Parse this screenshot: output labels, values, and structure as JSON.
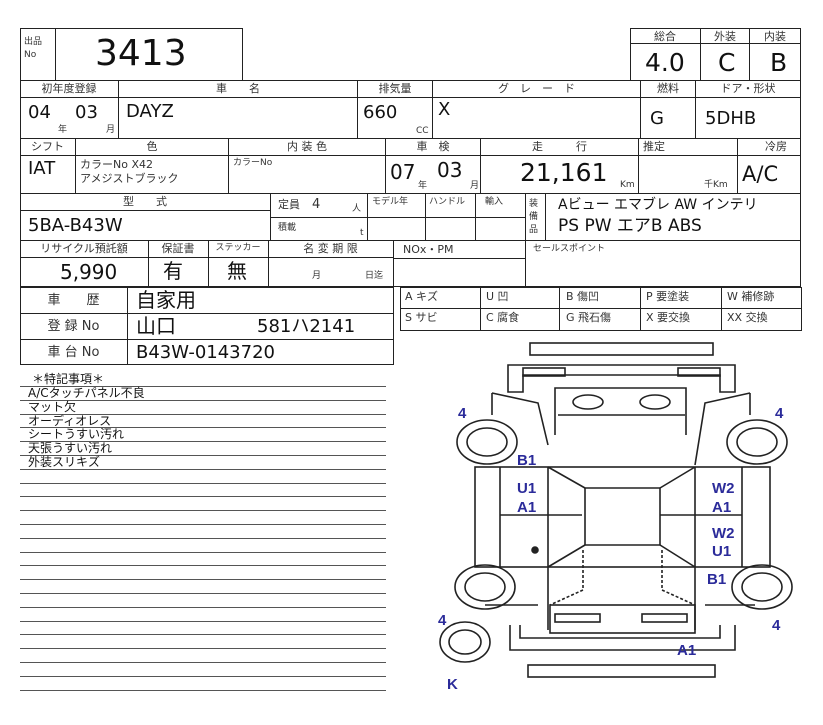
{
  "exhibit": {
    "label": "出品No",
    "number": "3413"
  },
  "grades": {
    "overall_label": "総合",
    "overall": "4.0",
    "exterior_label": "外装",
    "exterior": "C",
    "interior_label": "内装",
    "interior": "B"
  },
  "row2": {
    "first_reg_label": "初年度登録",
    "first_reg_year": "04",
    "year_unit": "年",
    "first_reg_month": "03",
    "month_unit": "月",
    "name_label": "車　　名",
    "name": "DAYZ",
    "displacement_label": "排気量",
    "displacement": "660",
    "cc": "CC",
    "grade_label": "グ　レ　ー　ド",
    "grade": "X",
    "fuel_label": "燃料",
    "fuel": "G",
    "door_label": "ドア・形状",
    "door": "5DHB"
  },
  "row3": {
    "shift_label": "シフト",
    "shift": "IAT",
    "color_label": "色",
    "color_no": "カラーNo X42",
    "color_name": "アメジストブラック",
    "interior_color_label": "内 装 色",
    "interior_color_no": "カラーNo",
    "inspection_label": "車　検",
    "inspection_year": "07",
    "inspection_month": "03",
    "mileage_label": "走　　　行",
    "mileage": "21,161",
    "km": "Km",
    "estimate_label": "推定",
    "thousand_km": "千Km",
    "ac_label": "冷房",
    "ac": "A/C"
  },
  "row4": {
    "model_label": "型　　式",
    "model": "5BA-B43W",
    "capacity_label": "定員",
    "capacity": "4",
    "person_unit": "人",
    "load_label": "積載",
    "load_unit": "t",
    "model_year_label": "モデル年",
    "handle_label": "ハンドル",
    "import_label": "輸入",
    "equipment_label": "装備品",
    "equipment_line1": "Aビュー エマブレ AW インテリ",
    "equipment_line2": "PS PW エアB ABS"
  },
  "row5": {
    "recycle_label": "リサイクル預託額",
    "recycle": "5,990",
    "warranty_label": "保証書",
    "warranty": "有",
    "sticker_label": "ステッカー",
    "sticker": "無",
    "name_change_label": "名 変 期 限",
    "month_unit": "月",
    "day_unit": "日迄",
    "nox_label": "NOx・PM",
    "sales_point_label": "セールスポイント"
  },
  "history": {
    "history_label": "車　　歴",
    "history": "自家用",
    "reg_label": "登 録 No",
    "reg_area": "山口",
    "reg_number": "581ハ2141",
    "chassis_label": "車 台 No",
    "chassis": "B43W-0143720"
  },
  "legend": [
    [
      "A キズ",
      "U 凹",
      "B 傷凹",
      "P 要塗装",
      "W 補修跡"
    ],
    [
      "S サビ",
      "C 腐食",
      "G 飛石傷",
      "X 要交換",
      "XX 交換"
    ]
  ],
  "notes": {
    "title": "＊特記事項＊",
    "items": [
      "A/Cタッチパネル不良",
      "マット欠",
      "オーディオレス",
      "シートうすい汚れ",
      "天張うすい汚れ",
      "外装スリキズ"
    ]
  },
  "diagram": {
    "marks": [
      "4",
      "4",
      "B1",
      "U1",
      "A1",
      "W2",
      "A1",
      "W2",
      "U1",
      "B1",
      "4",
      "4",
      "A1",
      "K"
    ],
    "mark_color": "#2b2b9a"
  }
}
